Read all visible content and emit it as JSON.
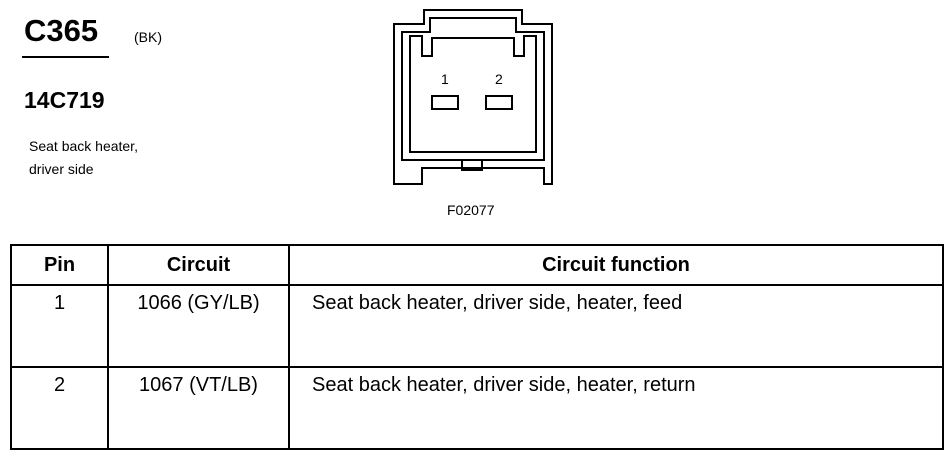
{
  "header": {
    "connector_id": "C365",
    "connector_color": "(BK)",
    "part_number": "14C719",
    "description_lines": [
      "Seat back heater,",
      "driver side"
    ]
  },
  "diagram": {
    "pin_labels": [
      "1",
      "2"
    ],
    "figure_id": "F02077"
  },
  "table": {
    "headers": [
      "Pin",
      "Circuit",
      "Circuit function"
    ],
    "rows": [
      {
        "pin": "1",
        "circuit": "1066 (GY/LB)",
        "function": "Seat back heater, driver side, heater, feed"
      },
      {
        "pin": "2",
        "circuit": "1067 (VT/LB)",
        "function": "Seat back heater, driver side, heater, return"
      }
    ]
  }
}
